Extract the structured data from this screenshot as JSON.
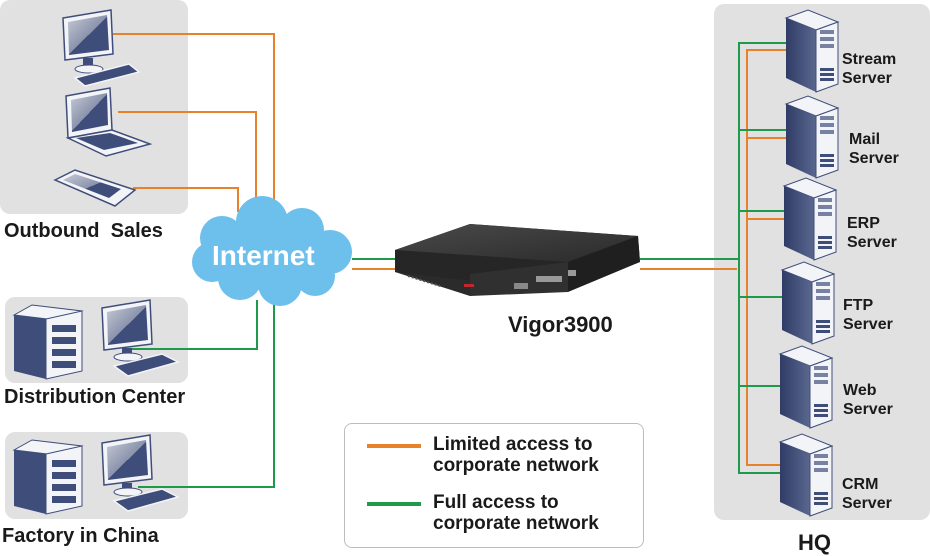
{
  "diagram": {
    "router": {
      "label": "Vigor3900",
      "icon": "router-icon"
    },
    "internet": {
      "label": "Internet",
      "icon": "cloud-icon"
    },
    "groups": {
      "outbound_sales": {
        "label": "Outbound  Sales",
        "devices": [
          "desktop-computer",
          "laptop",
          "pda"
        ]
      },
      "distribution_center": {
        "label": "Distribution Center",
        "devices": [
          "server",
          "desktop-computer"
        ]
      },
      "factory_china": {
        "label": "Factory in China",
        "devices": [
          "server",
          "desktop-computer"
        ]
      },
      "hq": {
        "label": "HQ",
        "servers": [
          {
            "line1": "Stream",
            "line2": "Server",
            "access": [
              "full",
              "limited"
            ]
          },
          {
            "line1": "Mail",
            "line2": "Server",
            "access": [
              "full",
              "limited"
            ]
          },
          {
            "line1": "ERP",
            "line2": "Server",
            "access": [
              "full",
              "limited"
            ]
          },
          {
            "line1": "FTP",
            "line2": "Server",
            "access": [
              "full"
            ]
          },
          {
            "line1": "Web",
            "line2": "Server",
            "access": [
              "full"
            ]
          },
          {
            "line1": "CRM",
            "line2": "Server",
            "access": [
              "full",
              "limited"
            ]
          }
        ]
      }
    },
    "legend": {
      "limited": {
        "line1": "Limited access to",
        "line2": "corporate network",
        "color": "#e8822a"
      },
      "full": {
        "line1": "Full access to",
        "line2": "corporate network",
        "color": "#1e9a4a"
      }
    },
    "colors": {
      "limited": "#e8822a",
      "full": "#1e9a4a",
      "cloud": "#6dbfec",
      "device": "#3f4d7a",
      "panel": "#e1e1e1"
    }
  }
}
